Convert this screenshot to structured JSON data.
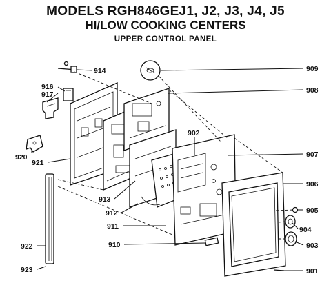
{
  "title": {
    "line1": "MODELS RGH846GEJ1, J2, J3, J4, J5",
    "line2": "HI/LOW COOKING CENTERS",
    "line3": "UPPER CONTROL PANEL"
  },
  "callouts": {
    "c901": "901",
    "c902": "902",
    "c903": "903",
    "c904": "904",
    "c905": "905",
    "c906": "906",
    "c907": "907",
    "c908": "908",
    "c909": "909",
    "c910": "910",
    "c911": "911",
    "c912": "912",
    "c913": "913",
    "c914": "914",
    "c916": "916",
    "c917": "917",
    "c920": "920",
    "c921": "921",
    "c922": "922",
    "c923": "923"
  }
}
